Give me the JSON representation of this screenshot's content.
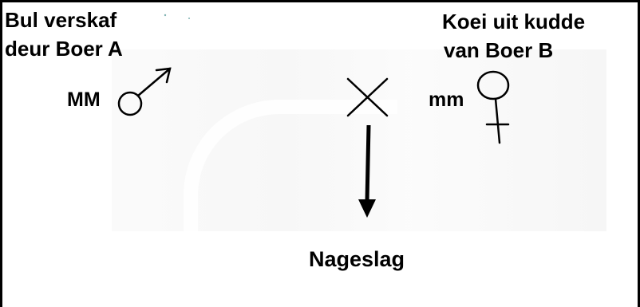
{
  "parents": {
    "bull": {
      "description_line1": "Bul verskaf",
      "description_line2": "deur Boer A",
      "genotype": "MM"
    },
    "cow": {
      "description_line1": "Koei uit kudde",
      "description_line2": "van Boer B",
      "genotype": "mm"
    }
  },
  "offspring": {
    "label": "Nageslag"
  },
  "symbols": {
    "male": "male-symbol-icon",
    "female": "female-symbol-icon",
    "cross": "cross-multiply-icon",
    "arrow": "down-arrow-icon"
  }
}
